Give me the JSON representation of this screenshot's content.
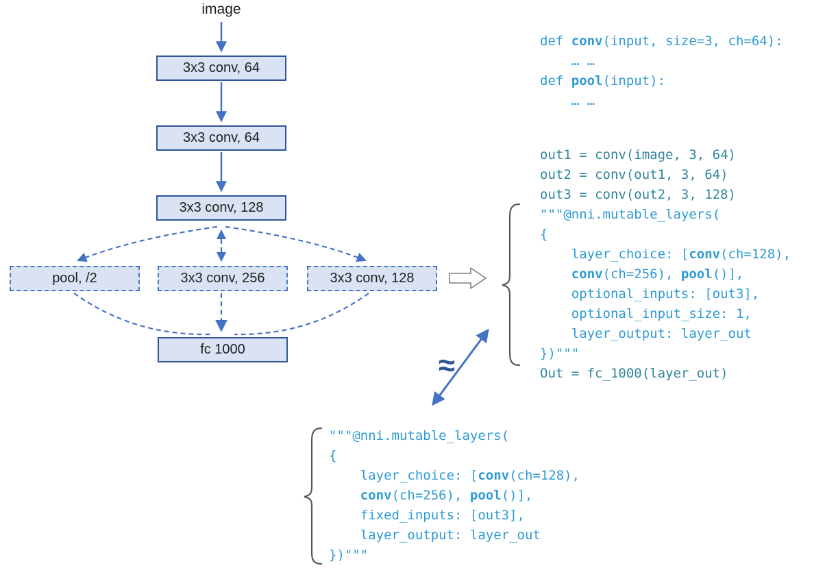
{
  "diagram": {
    "input_label": "image",
    "boxes": {
      "conv1": "3x3 conv, 64",
      "conv2": "3x3 conv, 64",
      "conv3": "3x3 conv, 128",
      "pool": "pool, /2",
      "conv256": "3x3 conv, 256",
      "conv128": "3x3 conv, 128",
      "fc": "fc 1000"
    }
  },
  "approx": {
    "symbol": "≈"
  },
  "colors": {
    "box_fill": "#dae3f3",
    "box_border": "#2f5597",
    "arrow": "#4472c4",
    "code_blue": "#2e9ad2",
    "code_teal": "#31859c",
    "brace": "#595959",
    "approx": "#2f5597"
  },
  "code_top": {
    "defs": [
      {
        "c": "blue",
        "seg": [
          {
            "t": "def "
          },
          {
            "t": "conv",
            "b": true
          },
          {
            "t": "(input, size=3, ch=64):"
          }
        ]
      },
      {
        "c": "blue",
        "seg": [
          {
            "t": "    … …"
          }
        ]
      },
      {
        "c": "blue",
        "seg": [
          {
            "t": "def "
          },
          {
            "t": "pool",
            "b": true
          },
          {
            "t": "(input):"
          }
        ]
      },
      {
        "c": "blue",
        "seg": [
          {
            "t": "    … …"
          }
        ]
      }
    ],
    "body": [
      {
        "c": "teal",
        "seg": [
          {
            "t": "out1 = conv(image, 3, 64)"
          }
        ]
      },
      {
        "c": "teal",
        "seg": [
          {
            "t": "out2 = conv(out1, 3, 64)"
          }
        ]
      },
      {
        "c": "teal",
        "seg": [
          {
            "t": "out3 = conv(out2, 3, 128)"
          }
        ]
      },
      {
        "c": "blue",
        "seg": [
          {
            "t": "\"\"\"@nni.mutable_layers("
          }
        ]
      },
      {
        "c": "blue",
        "seg": [
          {
            "t": "{"
          }
        ]
      },
      {
        "c": "blue",
        "seg": [
          {
            "t": "    layer_choice: ["
          },
          {
            "t": "conv",
            "b": true
          },
          {
            "t": "(ch=128),"
          }
        ]
      },
      {
        "c": "blue",
        "seg": [
          {
            "t": "    "
          },
          {
            "t": "conv",
            "b": true
          },
          {
            "t": "(ch=256), "
          },
          {
            "t": "pool",
            "b": true
          },
          {
            "t": "()],"
          }
        ]
      },
      {
        "c": "blue",
        "seg": [
          {
            "t": "    optional_inputs: [out3],"
          }
        ]
      },
      {
        "c": "blue",
        "seg": [
          {
            "t": "    optional_input_size: 1,"
          }
        ]
      },
      {
        "c": "blue",
        "seg": [
          {
            "t": "    layer_output: layer_out"
          }
        ]
      },
      {
        "c": "blue",
        "seg": [
          {
            "t": "})\"\"\""
          }
        ]
      },
      {
        "c": "teal",
        "seg": [
          {
            "t": "Out = fc_1000(layer_out)"
          }
        ]
      }
    ]
  },
  "code_bottom": {
    "lines": [
      {
        "c": "blue",
        "seg": [
          {
            "t": "\"\"\"@nni.mutable_layers("
          }
        ]
      },
      {
        "c": "blue",
        "seg": [
          {
            "t": "{"
          }
        ]
      },
      {
        "c": "blue",
        "seg": [
          {
            "t": "    layer_choice: ["
          },
          {
            "t": "conv",
            "b": true
          },
          {
            "t": "(ch=128),"
          }
        ]
      },
      {
        "c": "blue",
        "seg": [
          {
            "t": "    "
          },
          {
            "t": "conv",
            "b": true
          },
          {
            "t": "(ch=256), "
          },
          {
            "t": "pool",
            "b": true
          },
          {
            "t": "()],"
          }
        ]
      },
      {
        "c": "blue",
        "seg": [
          {
            "t": "    fixed_inputs: [out3],"
          }
        ]
      },
      {
        "c": "blue",
        "seg": [
          {
            "t": "    layer_output: layer_out"
          }
        ]
      },
      {
        "c": "blue",
        "seg": [
          {
            "t": "})\"\"\""
          }
        ]
      }
    ]
  }
}
